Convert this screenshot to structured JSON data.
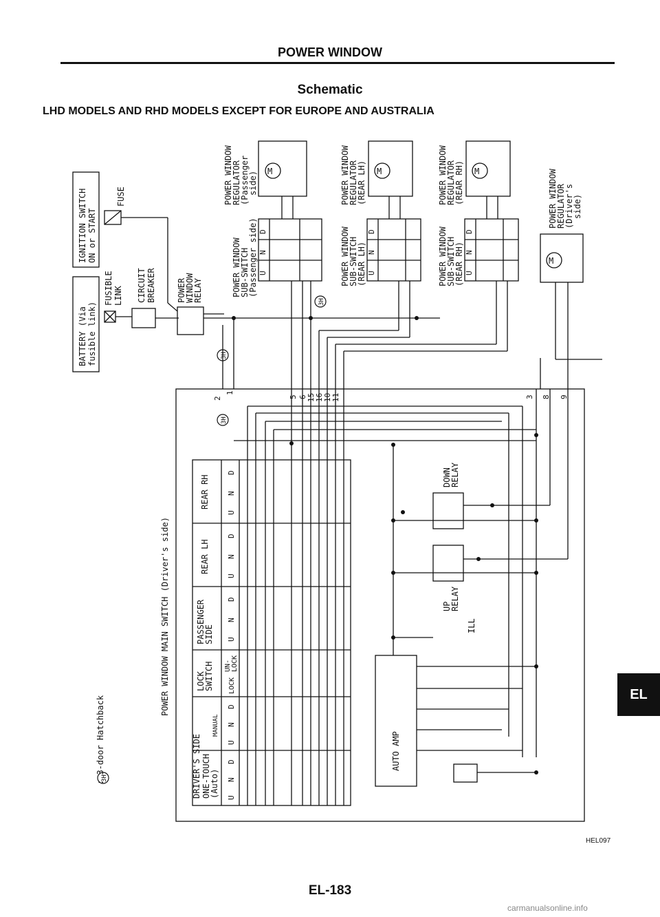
{
  "header": {
    "title": "POWER WINDOW",
    "subtitle": "Schematic",
    "models": "LHD MODELS AND RHD MODELS EXCEPT FOR EUROPE AND AUSTRALIA"
  },
  "components": {
    "battery": [
      "BATTERY (Via",
      "fusible link)"
    ],
    "ignition": [
      "IGNITION SWITCH",
      "ON or START"
    ],
    "fuse": "FUSE",
    "fusible_link": [
      "FUSIBLE",
      "LINK"
    ],
    "circuit_breaker": [
      "CIRCUIT",
      "BREAKER"
    ],
    "relay": [
      "POWER",
      "WINDOW",
      "RELAY"
    ],
    "reg_passenger": [
      "POWER WINDOW",
      "REGULATOR",
      "(Passenger",
      "side)"
    ],
    "reg_rear_lh": [
      "POWER WINDOW",
      "REGULATOR",
      "(REAR LH)"
    ],
    "reg_rear_rh": [
      "POWER WINDOW",
      "REGULATOR",
      "(REAR RH)"
    ],
    "reg_driver": [
      "POWER WINDOW",
      "REGULATOR",
      "(Driver's",
      "side)"
    ],
    "sub_passenger": [
      "POWER WINDOW",
      "SUB-SWITCH",
      "(Passenger side)"
    ],
    "sub_rear_lh": [
      "POWER WINDOW",
      "SUB-SWITCH",
      "(REAR LH)"
    ],
    "sub_rear_rh": [
      "POWER WINDOW",
      "SUB-SWITCH",
      "(REAR RH)"
    ],
    "main_switch": "POWER WINDOW MAIN SWITCH (Driver's side)",
    "motor_symbol": "M",
    "hatch_mark": "3H",
    "legend": ": 3-door Hatchback",
    "down_relay": [
      "DOWN",
      "RELAY"
    ],
    "up_relay": [
      "UP",
      "RELAY"
    ],
    "ill": "ILL",
    "auto_amp": "AUTO AMP"
  },
  "switch_positions": [
    "U",
    "N",
    "D"
  ],
  "main_switch_columns": {
    "rear_rh": "REAR RH",
    "rear_lh": "REAR LH",
    "passenger": [
      "PASSENGER",
      "SIDE"
    ],
    "lock": [
      "LOCK",
      "SWITCH"
    ],
    "lock_labels": [
      "LOCK",
      "UN-",
      "LOCK"
    ],
    "drivers_side": "DRIVER'S SIDE",
    "one_touch": [
      "ONE-TOUCH",
      "(Auto)"
    ],
    "manual": "MANUAL"
  },
  "terminals": [
    "2",
    "1",
    "5",
    "6",
    "15",
    "16",
    "10",
    "11",
    "3",
    "8",
    "9"
  ],
  "footer": {
    "section_tab": "EL",
    "figure_code": "HEL097",
    "page_number": "EL-183",
    "watermark": "carmanualsonline.info"
  }
}
